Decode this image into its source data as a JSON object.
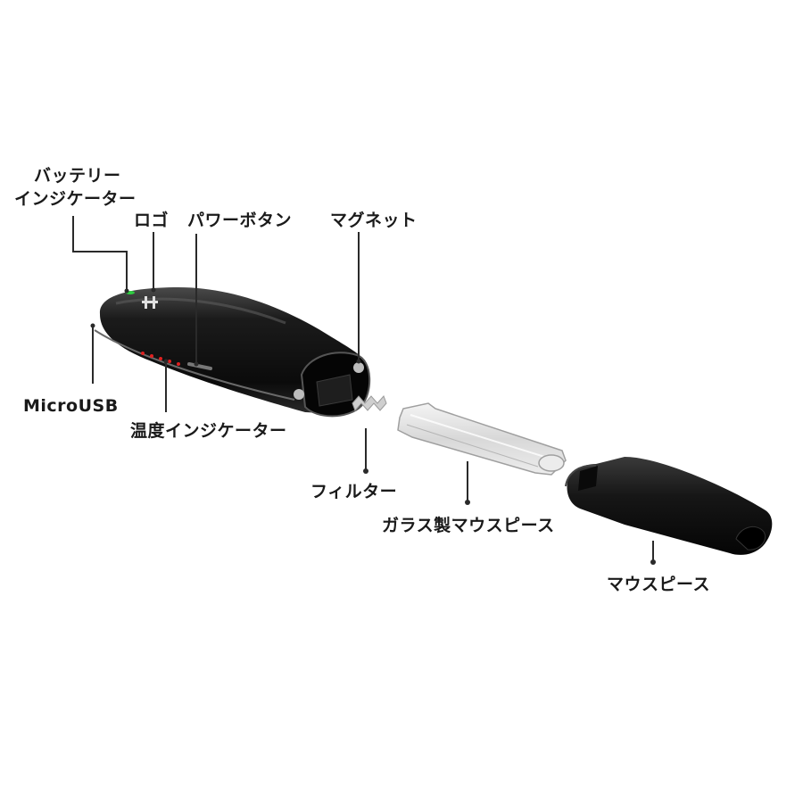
{
  "labels": {
    "battery_indicator_line1": "バッテリー",
    "battery_indicator_line2": "インジケーター",
    "logo": "ロゴ",
    "power_button": "パワーボタン",
    "magnet": "マグネット",
    "micro_usb": "MicroUSB",
    "temperature_indicator": "温度インジケーター",
    "filter": "フィルター",
    "glass_mouthpiece": "ガラス製マウスピース",
    "mouthpiece": "マウスピース"
  },
  "colors": {
    "device_body": "#141414",
    "battery_led": "#2ecc40",
    "temperature_led": "#e02020",
    "leader_line": "#2a2a2a",
    "label_text": "#1a1a1a"
  }
}
